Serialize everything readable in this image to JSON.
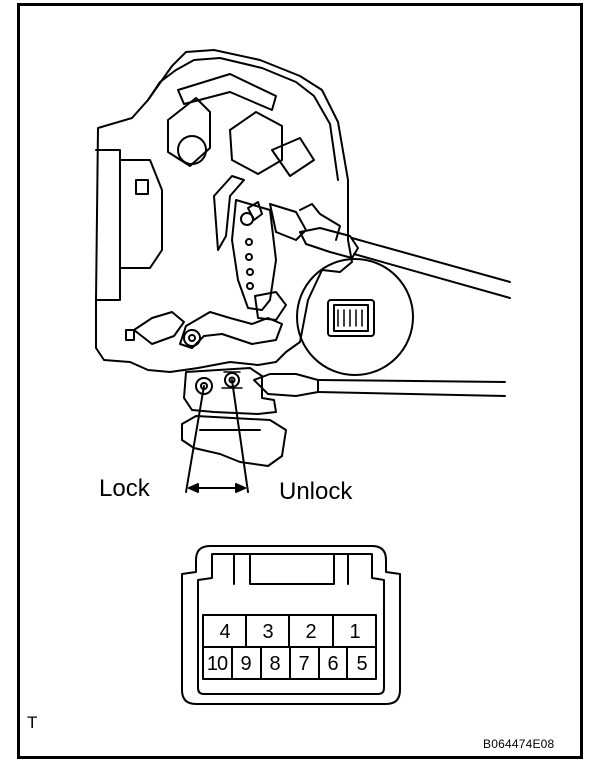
{
  "labels": {
    "lock": "Lock",
    "unlock": "Unlock",
    "corner": "T",
    "figure_code": "B064474E08"
  },
  "connector": {
    "top_row": [
      "4",
      "3",
      "2",
      "1"
    ],
    "bottom_row": [
      "10",
      "9",
      "8",
      "7",
      "6",
      "5"
    ]
  }
}
